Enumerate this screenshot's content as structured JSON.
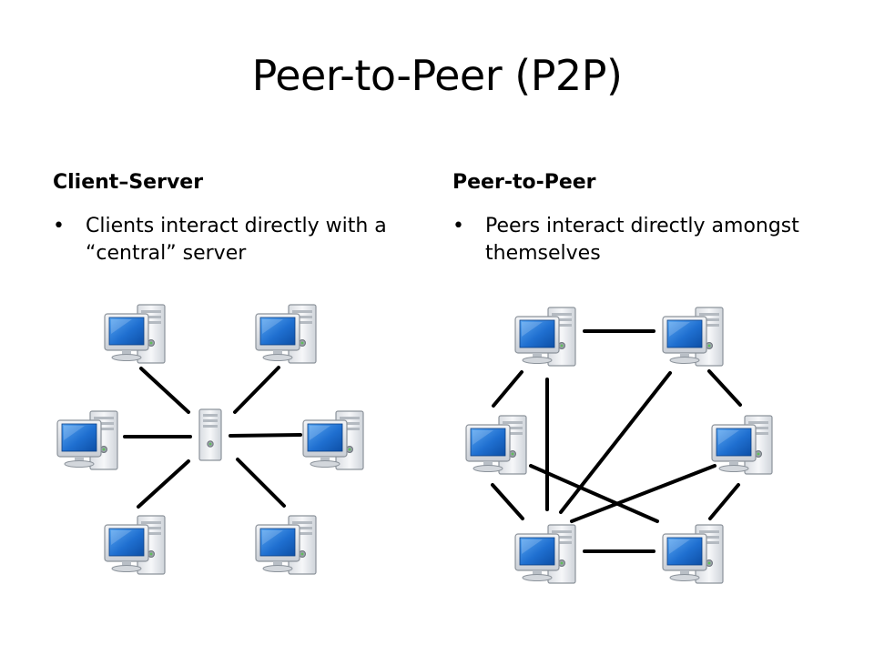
{
  "slide": {
    "title": "Peer-to-Peer (P2P)"
  },
  "left": {
    "heading": "Client–Server",
    "bullet": "Clients interact directly with a “central” server",
    "diagram": {
      "server_icon": "server-tower-icon",
      "client_icon": "desktop-computer-icon",
      "client_count": 6
    }
  },
  "right": {
    "heading": "Peer-to-Peer",
    "bullet": "Peers interact directly amongst themselves",
    "diagram": {
      "peer_icon": "desktop-computer-icon",
      "peer_count": 6
    }
  },
  "colors": {
    "screen": "#1f6fd0",
    "case": "#e9ecef",
    "link": "#000000"
  }
}
